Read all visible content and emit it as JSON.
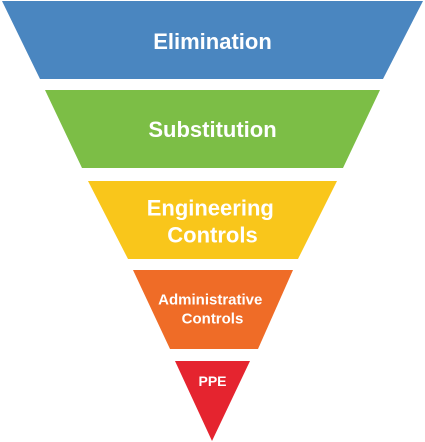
{
  "diagram": {
    "tiers": [
      {
        "lines": [
          "Elimination"
        ],
        "color": "#4A86C0"
      },
      {
        "lines": [
          "Substitution"
        ],
        "color": "#7CBE46"
      },
      {
        "lines": [
          "Engineering",
          "Controls"
        ],
        "color": "#F9C61B"
      },
      {
        "lines": [
          "Administrative",
          "Controls"
        ],
        "color": "#EF6C27"
      },
      {
        "lines": [
          "PPE"
        ],
        "color": "#E5242F"
      }
    ]
  }
}
